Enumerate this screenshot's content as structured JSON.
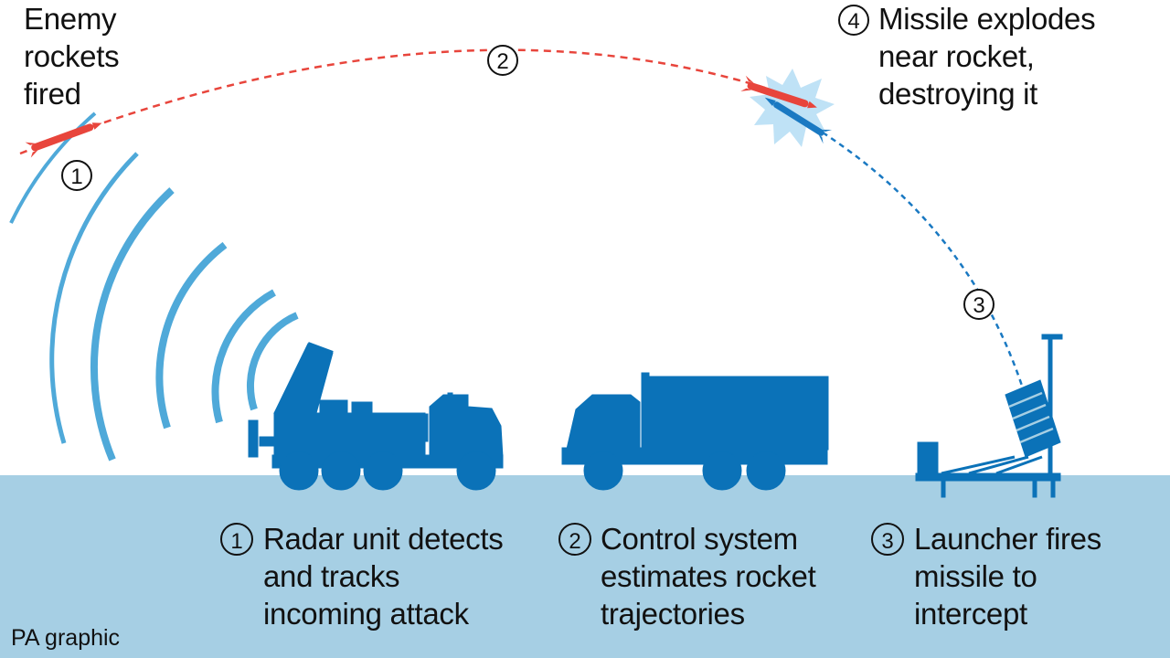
{
  "colors": {
    "sky": "#ffffff",
    "ground": "#a6cfe4",
    "vehicle": "#0b72b8",
    "radar_waves": "#4fa9d9",
    "rocket": "#e8453c",
    "interceptor": "#1a79c2",
    "explosion": "#bfe2f6",
    "text": "#111111"
  },
  "icons": {
    "radar": "radar-truck-icon",
    "control": "control-truck-icon",
    "launcher": "launcher-icon",
    "rocket": "rocket-icon",
    "interceptor": "interceptor-missile-icon",
    "explosion": "explosion-icon"
  },
  "top_labels": {
    "enemy": [
      "Enemy",
      "rockets",
      "fired"
    ],
    "step4_number": "4",
    "step4": [
      "Missile explodes",
      "near rocket,",
      "destroying it"
    ]
  },
  "markers": {
    "m1": "1",
    "m2": "2",
    "m3": "3"
  },
  "steps": [
    {
      "number": "1",
      "lines": [
        "Radar unit detects",
        "and tracks",
        "incoming attack"
      ]
    },
    {
      "number": "2",
      "lines": [
        "Control system",
        "estimates rocket",
        "trajectories"
      ]
    },
    {
      "number": "3",
      "lines": [
        "Launcher fires",
        "missile to",
        "intercept"
      ]
    }
  ],
  "credit": "PA graphic"
}
